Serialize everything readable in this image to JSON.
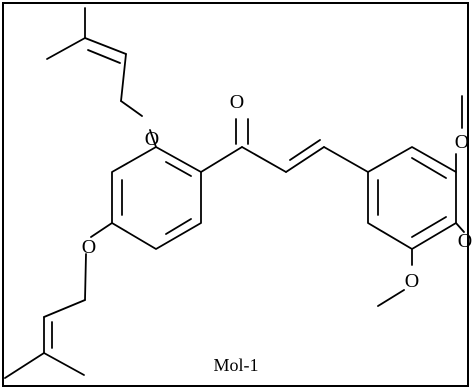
{
  "molecule": {
    "caption": "Mol-1",
    "atoms": {
      "o_carbonyl": "O",
      "o_ether_ortho": "O",
      "o_ether_para": "O",
      "o_methoxy_top": "O",
      "o_methoxy_mid": "O",
      "o_methoxy_bottom": "O"
    }
  },
  "colors": {
    "frame": "#000000",
    "ink": "#000000",
    "background": "#ffffff"
  }
}
